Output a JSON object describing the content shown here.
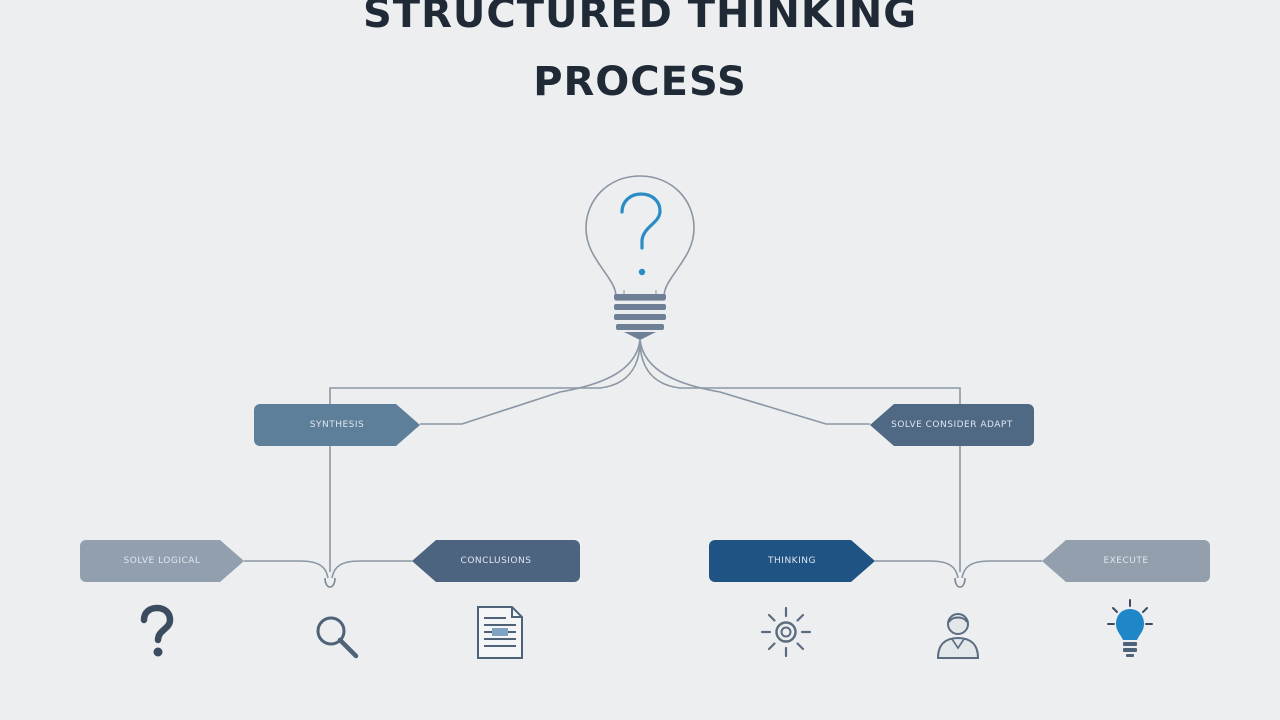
{
  "title": {
    "line1": "STRUCTURED THINKING",
    "line2": "PROCESS"
  },
  "central_icon": "lightbulb-question-icon",
  "tags": {
    "top_left": "SYNTHESIS",
    "top_right": "SOLVE CONSIDER ADAPT",
    "level2_1": "SOLVE LOGICAL",
    "level2_2": "CONCLUSIONS",
    "level2_3": "THINKING",
    "level2_4": "EXECUTE"
  },
  "icons": [
    "question-mark-icon",
    "magnifier-icon",
    "document-icon",
    "sun-icon",
    "person-icon",
    "lightbulb-icon"
  ],
  "colors": {
    "accent": "#2a8cc4",
    "dark_navy": "#1e5384",
    "slate": "#4f6883",
    "gray": "#929fae",
    "text": "#1f2a36"
  }
}
